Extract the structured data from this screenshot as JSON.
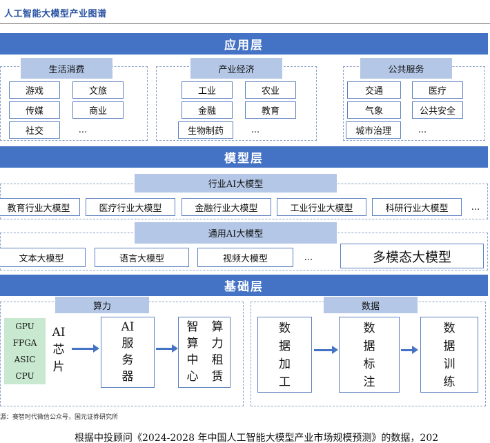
{
  "title": "人工智能大模型产业图谱",
  "application_layer": {
    "title": "应用层",
    "groups": [
      {
        "label": "生活消费",
        "items": [
          "游戏",
          "文旅",
          "传媒",
          "商业",
          "社交",
          "..."
        ]
      },
      {
        "label": "产业经济",
        "items": [
          "工业",
          "农业",
          "金融",
          "教育",
          "生物制药",
          "..."
        ]
      },
      {
        "label": "公共服务",
        "items": [
          "交通",
          "医疗",
          "气象",
          "公共安全",
          "城市治理",
          "..."
        ]
      }
    ]
  },
  "model_layer": {
    "title": "模型层",
    "industry_label": "行业AI大模型",
    "industry_models": [
      "教育行业大模型",
      "医疗行业大模型",
      "金融行业大模型",
      "工业行业大模型",
      "科研行业大模型",
      "..."
    ],
    "general_label": "通用AI大模型",
    "general_models": [
      "文本大模型",
      "语言大模型",
      "视频大模型",
      "..."
    ],
    "multimodal": "多模态大模型"
  },
  "base_layer": {
    "title": "基础层",
    "compute_label": "算力",
    "chips": [
      "GPU",
      "FPGA",
      "ASIC",
      "CPU"
    ],
    "ai_chip": [
      "AI",
      "芯",
      "片"
    ],
    "ai_server": [
      "AI",
      "服",
      "务",
      "器"
    ],
    "compute_center": [
      "智",
      "算",
      "中",
      "心"
    ],
    "compute_rent": [
      "算",
      "力",
      "租",
      "赁"
    ],
    "data_label": "数据",
    "data_steps": [
      [
        "数",
        "据",
        "加",
        "工"
      ],
      [
        "数",
        "据",
        "标",
        "注"
      ],
      [
        "数",
        "据",
        "训",
        "练"
      ]
    ]
  },
  "source": "源：赛智时代微信公众号，国元证券研究所",
  "body_text": "根据中投顾问《2024-2028 年中国人工智能大模型产业市场规模预测》的数据，202"
}
